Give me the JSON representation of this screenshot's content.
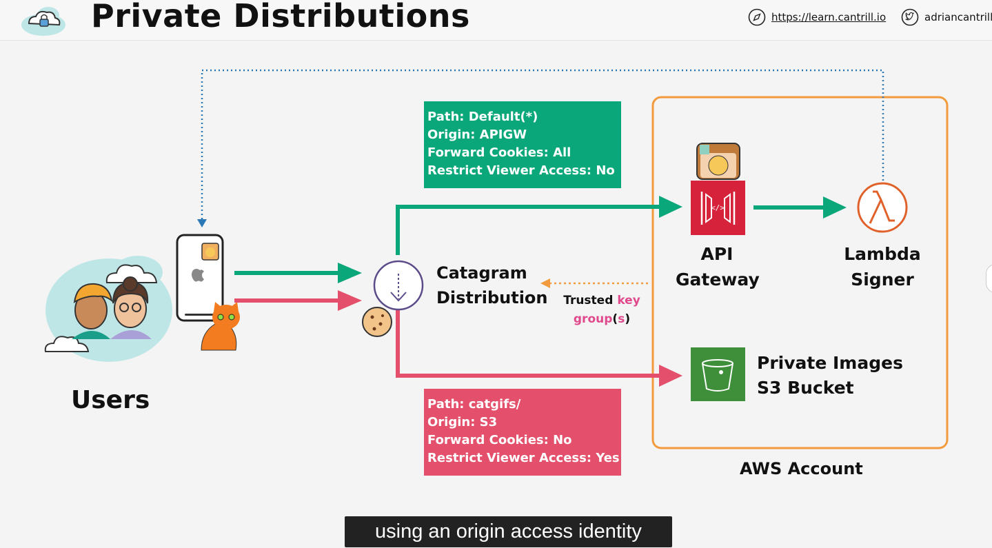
{
  "header": {
    "title": "Private Distributions",
    "url": "https://learn.cantrill.io",
    "twitter": "adriancantrill",
    "icons": [
      "compass-icon",
      "twitter-icon"
    ]
  },
  "diagram": {
    "users_label": "Users",
    "distribution_line1": "Catagram",
    "distribution_line2": "Distribution",
    "apigw_line1": "API",
    "apigw_line2": "Gateway",
    "lambda_line1": "Lambda",
    "lambda_line2": "Signer",
    "s3_line1": "Private Images",
    "s3_line2": "S3 Bucket",
    "aws_account": "AWS Account",
    "trusted_pre": "Trusted",
    "trusted_key": "key",
    "trusted_group": "group",
    "trusted_paren_open": "(",
    "trusted_s": "s",
    "trusted_paren_close": ")",
    "default_behavior": [
      "Path: Default(*)",
      "Origin: APIGW",
      "Forward Cookies: All",
      "Restrict Viewer Access: No"
    ],
    "catgifs_behavior": [
      "Path: catgifs/",
      "Origin: S3",
      "Forward Cookies: No",
      "Restrict Viewer Access: Yes"
    ]
  },
  "colors": {
    "green": "#09a77a",
    "red": "#e4506b",
    "orange": "#f29a3c",
    "blue_dotted": "#2b78b6",
    "purple": "#5b4b8a"
  },
  "caption": "using an origin access identity"
}
